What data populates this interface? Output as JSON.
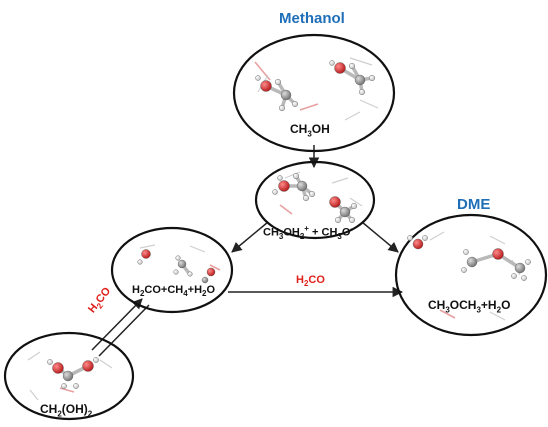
{
  "titles": {
    "methanol": "Methanol",
    "dme": "DME"
  },
  "formulas": {
    "methanol": [
      "CH",
      "3",
      "OH"
    ],
    "protonated": [
      "CH",
      "3",
      "OH",
      "2",
      "+",
      " + CH",
      "3",
      "O",
      "-"
    ],
    "intermediate": [
      "H",
      "2",
      "CO+CH",
      "4",
      "+H",
      "2",
      "O"
    ],
    "dme": [
      "CH",
      "3",
      "OCH",
      "3",
      "+H",
      "2",
      "O"
    ],
    "dihydroxy": [
      "CH",
      "2",
      "(OH)",
      "2"
    ]
  },
  "arrow_labels": {
    "horizontal": [
      "H",
      "2",
      "CO"
    ],
    "diagonal": [
      "H",
      "2",
      "CO"
    ]
  },
  "colors": {
    "title_blue": "#1f6fb8",
    "label_red": "#e0201b",
    "oxygen": "#d42a2a",
    "carbon": "#8f8f8f",
    "hydrogen": "#e6e6e6"
  }
}
